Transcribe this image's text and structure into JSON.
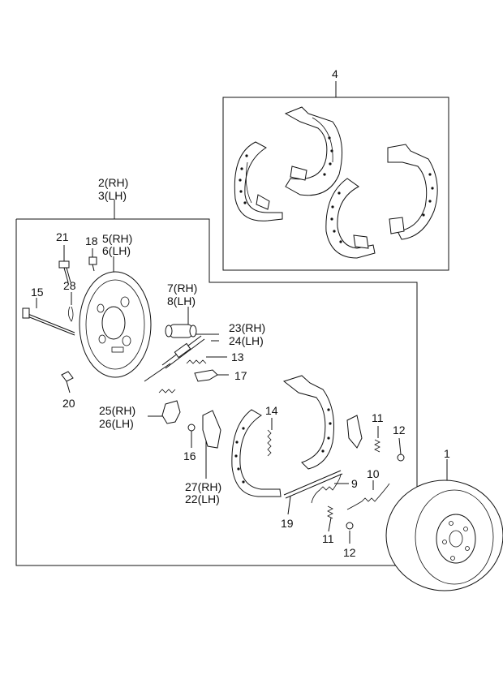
{
  "callouts": {
    "c1": "1",
    "c2": "2(RH)",
    "c3": "3(LH)",
    "c4": "4",
    "c5": "5(RH)",
    "c6": "6(LH)",
    "c7": "7(RH)",
    "c8": "8(LH)",
    "c9": "9",
    "c10": "10",
    "c11a": "11",
    "c11b": "11",
    "c12a": "12",
    "c12b": "12",
    "c13": "13",
    "c14": "14",
    "c15": "15",
    "c16": "16",
    "c17": "17",
    "c18": "18",
    "c19": "19",
    "c20": "20",
    "c21": "21",
    "c22": "22(LH)",
    "c23": "23(RH)",
    "c24": "24(LH)",
    "c25": "25(RH)",
    "c26": "26(LH)",
    "c27": "27(RH)",
    "c28": "28"
  }
}
